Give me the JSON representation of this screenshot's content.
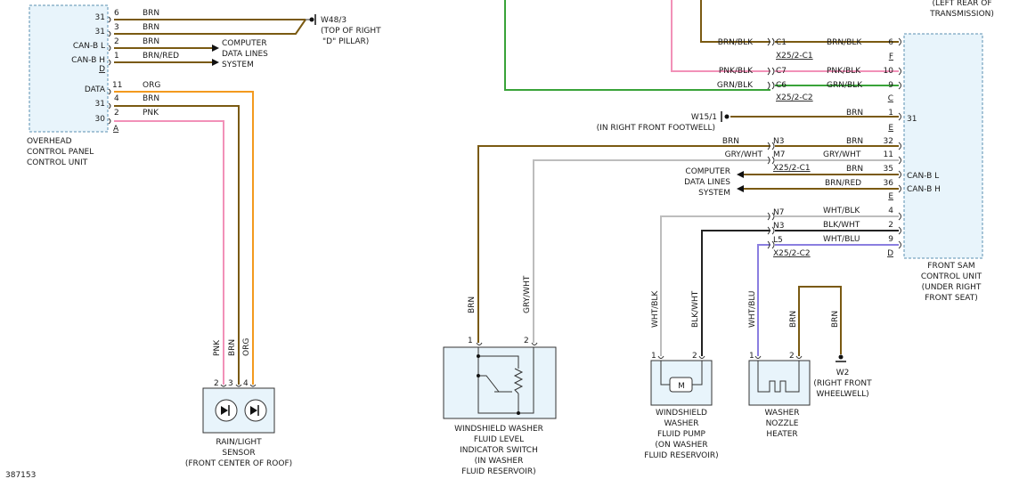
{
  "colors": {
    "BRN": "#7a5a12",
    "ORG": "#f39a1e",
    "PNK": "#f291b8",
    "GRN": "#39a339",
    "GRY": "#bdbdbd",
    "BLU": "#8a7ee0",
    "BLK": "#222222"
  },
  "diagram_id": "387153",
  "overhead": {
    "name": [
      "OVERHEAD",
      "CONTROL PANEL",
      "CONTROL UNIT"
    ],
    "pins": [
      {
        "num": "31",
        "cav": "6",
        "color": "BRN"
      },
      {
        "num": "31",
        "cav": "3",
        "color": "BRN"
      },
      {
        "num": "CAN-B L",
        "cav": "2",
        "color": "BRN"
      },
      {
        "num": "CAN-B H",
        "cav": "1",
        "color": "BRN/RED"
      },
      {
        "num": "DATA",
        "cav": "11",
        "color": "ORG"
      },
      {
        "num": "31",
        "cav": "4",
        "color": "BRN"
      },
      {
        "num": "30",
        "cav": "2",
        "color": "PNK"
      }
    ],
    "connector_d": "D",
    "connector_a": "A"
  },
  "w48": [
    "W48/3",
    "(TOP OF RIGHT",
    "\"D\" PILLAR)"
  ],
  "computer_lines_left": [
    "COMPUTER",
    "DATA LINES",
    "SYSTEM"
  ],
  "rain_sensor": {
    "name": [
      "RAIN/LIGHT",
      "SENSOR",
      "(FRONT CENTER OF ROOF)"
    ],
    "wires": [
      "PNK",
      "BRN",
      "ORG"
    ],
    "pins": [
      "2",
      "3",
      "4"
    ]
  },
  "top_right_note": [
    "(LEFT REAR OF",
    "TRANSMISSION)"
  ],
  "sam": {
    "name": [
      "FRONT SAM",
      "CONTROL UNIT",
      "(UNDER RIGHT",
      "FRONT SEAT)"
    ],
    "rows": [
      {
        "left": "BRN/BLK",
        "conn": "C1",
        "right": "BRN/BLK",
        "pin": "6"
      },
      {
        "left": "PNK/BLK",
        "conn": "C7",
        "right": "PNK/BLK",
        "pin": "10"
      },
      {
        "left": "GRN/BLK",
        "conn": "C6",
        "right": "GRN/BLK",
        "pin": "9"
      },
      {
        "left": "BRN",
        "conn": "N3",
        "right": "BRN",
        "pin": "32"
      },
      {
        "left": "GRY/WHT",
        "conn": "M7",
        "right": "GRY/WHT",
        "pin": "11"
      },
      {
        "left": "",
        "conn": "N7",
        "right": "WHT/BLK",
        "pin": "4"
      },
      {
        "left": "",
        "conn": "N3",
        "right": "BLK/WHT",
        "pin": "2"
      },
      {
        "left": "",
        "conn": "L5",
        "right": "WHT/BLU",
        "pin": "9"
      }
    ],
    "conn_labels": [
      "X25/2-C1",
      "X25/2-C2",
      "X25/2-C1",
      "X25/2-C2"
    ],
    "letters": [
      "F",
      "C",
      "E",
      "E",
      "D"
    ],
    "w15_pin": "1",
    "w15_wire": "BRN",
    "w15_sam": "31",
    "can_l": {
      "wire": "BRN",
      "pin": "35",
      "label": "CAN-B L"
    },
    "can_h": {
      "wire": "BRN/RED",
      "pin": "36",
      "label": "CAN-B H"
    }
  },
  "w15": [
    "W15/1",
    "(IN RIGHT FRONT FOOTWELL)"
  ],
  "computer_lines_mid": [
    "COMPUTER",
    "DATA LINES",
    "SYSTEM"
  ],
  "switch": {
    "name": [
      "WINDSHIELD WASHER",
      "FLUID LEVEL",
      "INDICATOR SWITCH",
      "(IN WASHER",
      "FLUID RESERVOIR)"
    ],
    "wires": [
      "BRN",
      "GRY/WHT"
    ],
    "pins": [
      "1",
      "2"
    ]
  },
  "pump": {
    "name": [
      "WINDSHIELD",
      "WASHER",
      "FLUID PUMP",
      "(ON WASHER",
      "FLUID RESERVOIR)"
    ],
    "wires": [
      "WHT/BLK",
      "BLK/WHT"
    ],
    "pins": [
      "1",
      "2"
    ],
    "symbol": "M"
  },
  "heater": {
    "name": [
      "WASHER",
      "NOZZLE",
      "HEATER"
    ],
    "wires": [
      "WHT/BLU",
      "BRN"
    ],
    "pins": [
      "1",
      "2"
    ]
  },
  "w2": {
    "wire": "BRN",
    "name": [
      "W2",
      "(RIGHT FRONT",
      "WHEELWELL)"
    ]
  }
}
